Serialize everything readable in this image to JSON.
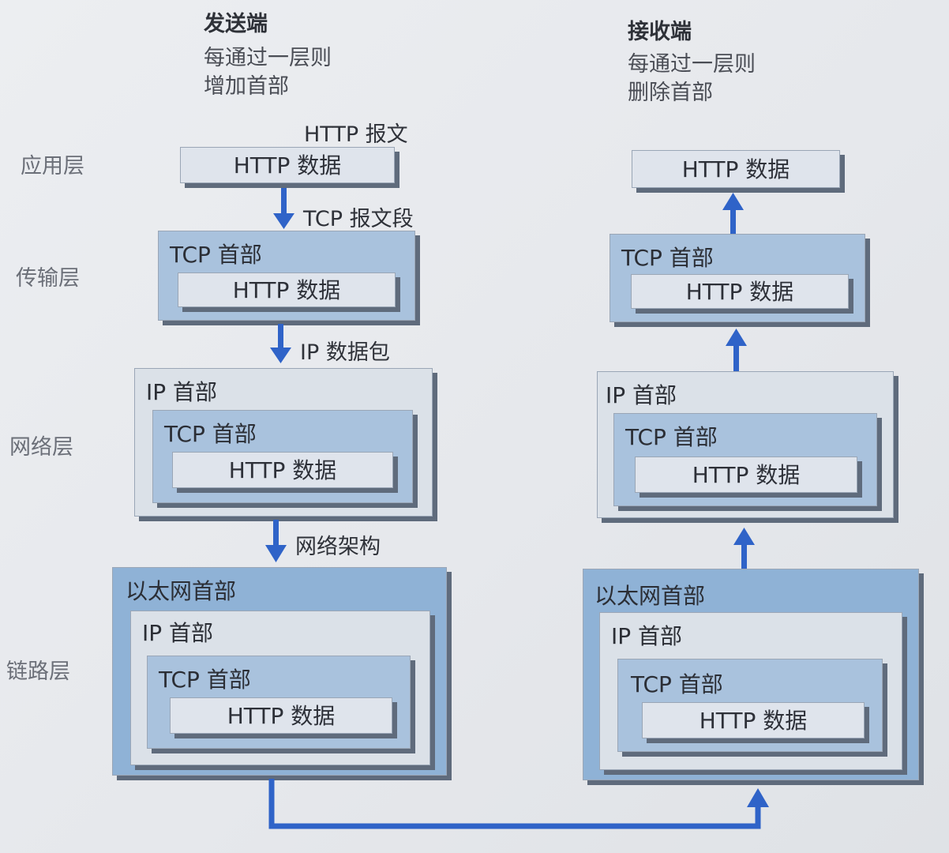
{
  "sender": {
    "title": "发送端",
    "desc_line1": "每通过一层则",
    "desc_line2": "增加首部"
  },
  "receiver": {
    "title": "接收端",
    "desc_line1": "每通过一层则",
    "desc_line2": "删除首部"
  },
  "layers": {
    "application": "应用层",
    "transport": "传输层",
    "network": "网络层",
    "link": "链路层"
  },
  "flow_labels": {
    "http_message": "HTTP 报文",
    "tcp_segment": "TCP 报文段",
    "ip_packet": "IP 数据包",
    "network_frame": "网络架构"
  },
  "blocks": {
    "http_data": "HTTP 数据",
    "tcp_header": "TCP 首部",
    "ip_header": "IP 首部",
    "ethernet_header": "以太网首部"
  },
  "colors": {
    "arrow": "#2f63c8",
    "http_fill": "#dfe4ec",
    "tcp_fill": "#a9c2dd",
    "ip_fill": "#dbe1e8",
    "ethernet_fill": "#8fb2d6"
  }
}
